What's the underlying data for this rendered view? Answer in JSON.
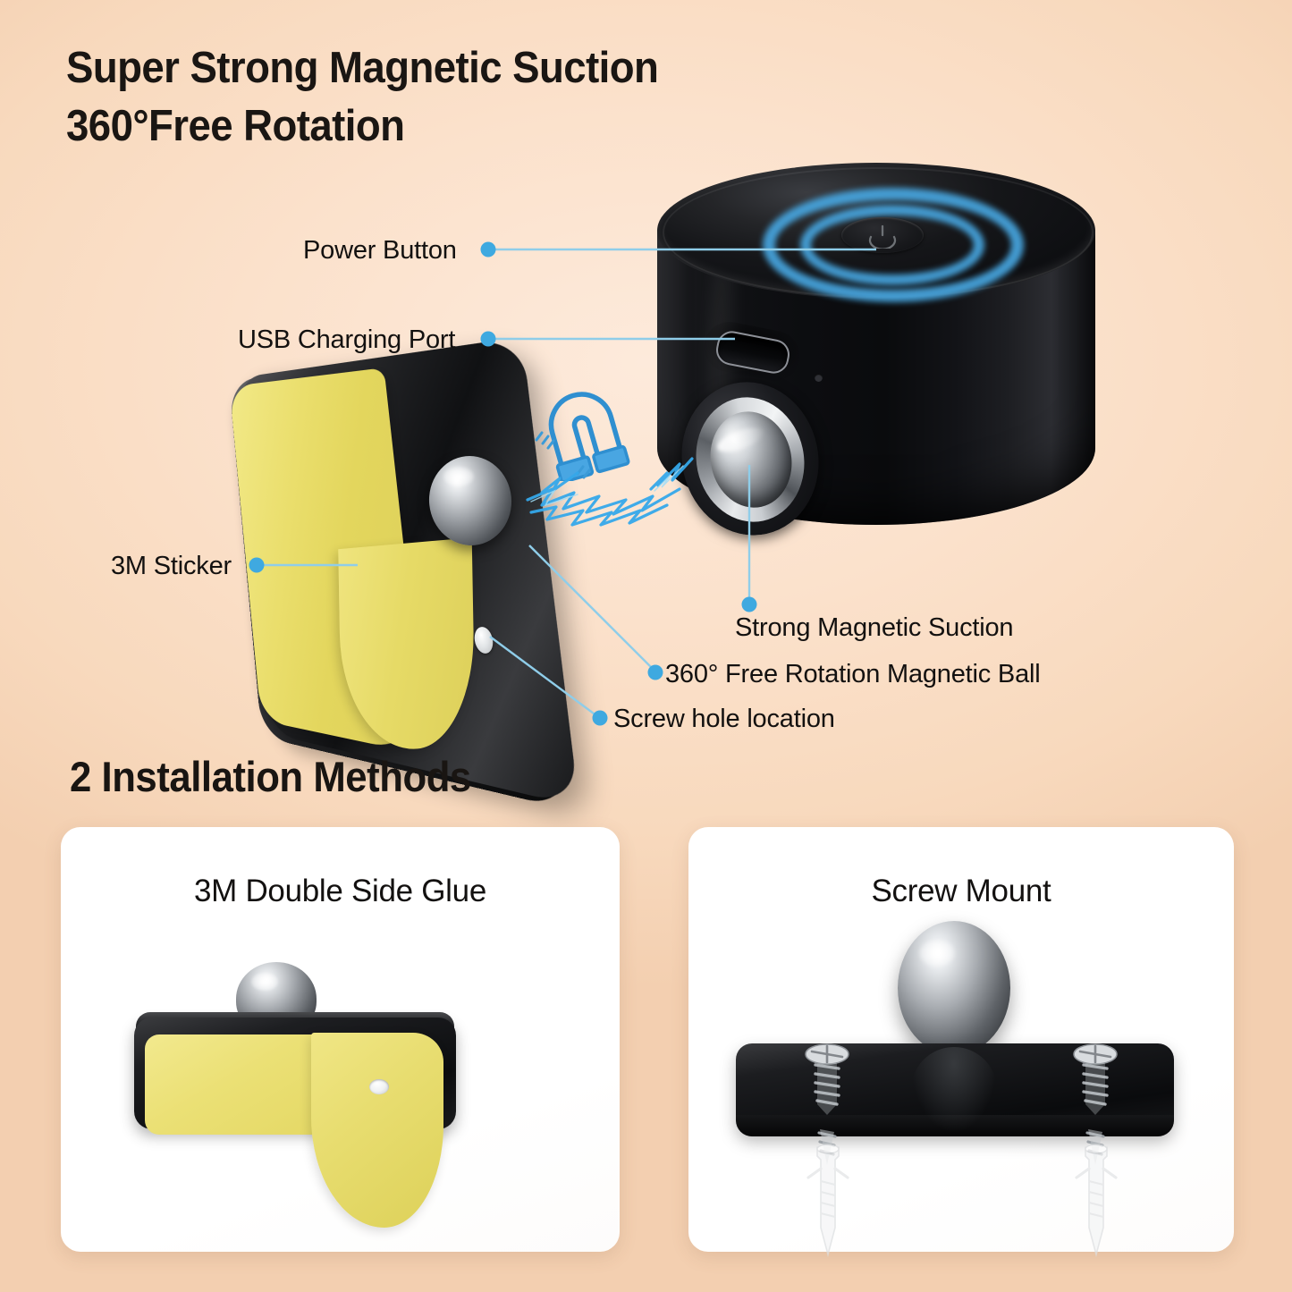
{
  "page": {
    "background_color": "#fbe1cb",
    "accent_blue": "#3fa9e0",
    "leader_line_color": "#7ec7ea",
    "glue_yellow": "#ebe075"
  },
  "heading": {
    "line1": "Super Strong Magnetic Suction",
    "line2": "360°Free Rotation"
  },
  "section": {
    "installation_title": "2 Installation Methods"
  },
  "callouts": [
    {
      "id": "power-button",
      "label": "Power Button"
    },
    {
      "id": "usb-port",
      "label": "USB Charging Port"
    },
    {
      "id": "sticker",
      "label": "3M Sticker"
    },
    {
      "id": "magnetic-suction",
      "label": "Strong Magnetic Suction"
    },
    {
      "id": "magnetic-ball",
      "label": "360° Free Rotation Magnetic Ball"
    },
    {
      "id": "screw-hole",
      "label": "Screw hole location"
    }
  ],
  "cards": [
    {
      "id": "glue-mount",
      "title": "3M Double Side Glue"
    },
    {
      "id": "screw-mount",
      "title": "Screw Mount"
    }
  ],
  "icons": {
    "power": "power-symbol-icon",
    "magnet": "horseshoe-magnet-icon",
    "spark": "electric-arc-icon",
    "ball": "magnetic-ball-icon",
    "screw": "screw-icon",
    "anchor": "wall-anchor-icon",
    "usb": "usb-c-port-icon"
  }
}
